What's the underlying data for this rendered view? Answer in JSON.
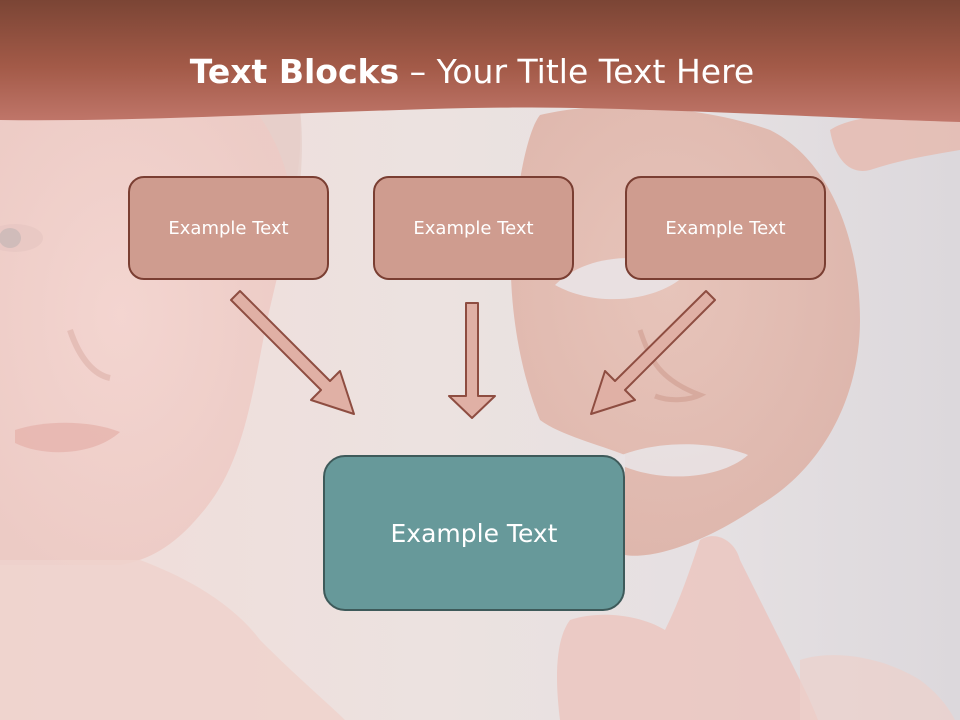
{
  "title": {
    "bold": "Text Blocks",
    "rest": " – Your Title Text Here"
  },
  "boxes": {
    "left": "Example Text",
    "middle": "Example Text",
    "right": "Example Text",
    "main": "Example Text"
  },
  "colors": {
    "header": "#a65a48",
    "box_fill": "#cf9c8f",
    "box_border": "#7a3e32",
    "main_box_fill": "#67999a",
    "main_box_border": "#3e5a5a",
    "arrow_fill": "#e0b0a5",
    "arrow_stroke": "#8e4d41"
  }
}
